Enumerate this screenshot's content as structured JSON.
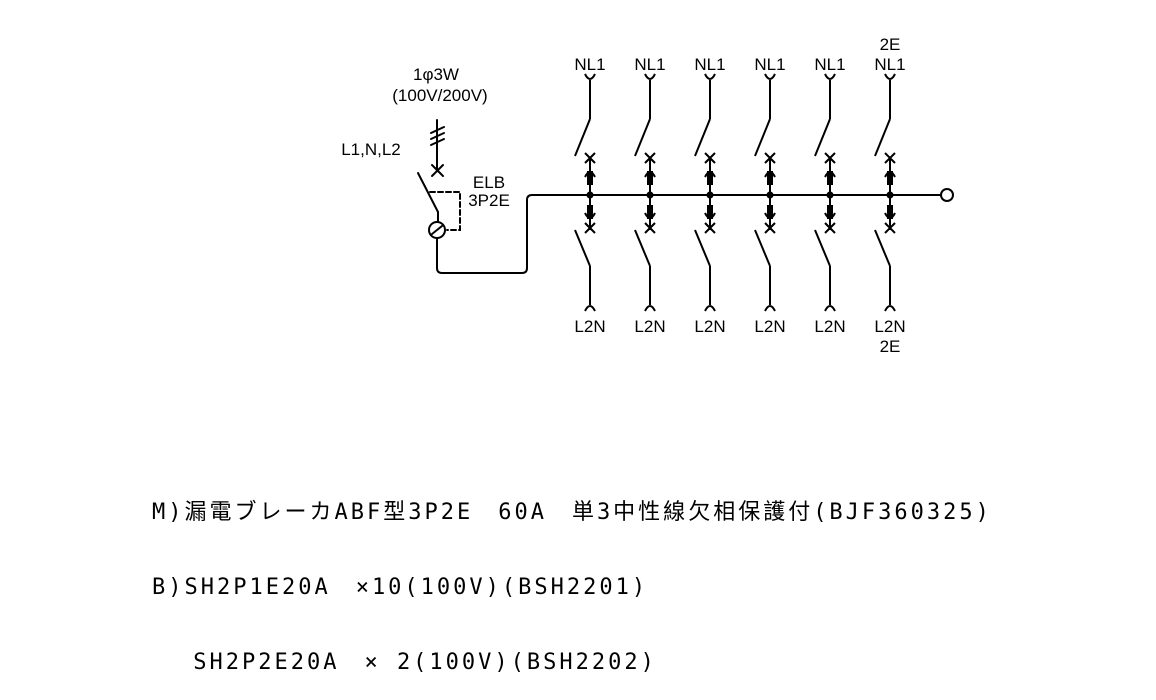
{
  "diagram": {
    "supply": {
      "phase_label": "1φ3W",
      "voltage_label": "(100V/200V)",
      "conductors_label": "L1,N,L2"
    },
    "main_breaker": {
      "type_label": "ELB",
      "poles_label": "3P2E"
    },
    "branches": [
      {
        "top_label": "NL1",
        "top_extra": "",
        "bottom_label": "L2N",
        "bottom_extra": ""
      },
      {
        "top_label": "NL1",
        "top_extra": "",
        "bottom_label": "L2N",
        "bottom_extra": ""
      },
      {
        "top_label": "NL1",
        "top_extra": "",
        "bottom_label": "L2N",
        "bottom_extra": ""
      },
      {
        "top_label": "NL1",
        "top_extra": "",
        "bottom_label": "L2N",
        "bottom_extra": ""
      },
      {
        "top_label": "NL1",
        "top_extra": "",
        "bottom_label": "L2N",
        "bottom_extra": ""
      },
      {
        "top_label": "NL1",
        "top_extra": "2E",
        "bottom_label": "L2N",
        "bottom_extra": "2E"
      }
    ]
  },
  "notes": [
    "M)漏電ブレーカABF型3P2E　60A　単3中性線欠相保護付(BJF360325)",
    "B)SH2P1E20A　×10(100V)(BSH2201)",
    "　 SH2P2E20A　× 2(100V)(BSH2202)"
  ]
}
